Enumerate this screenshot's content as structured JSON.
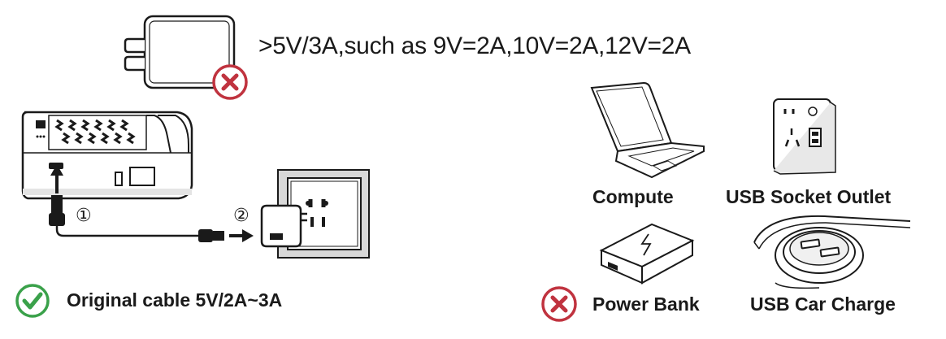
{
  "spec_text": ">5V/3A,such as 9V=2A,10V=2A,12V=2A",
  "original_cable_label": "Original cable 5V/2A~3A",
  "steps": {
    "one": "①",
    "two": "②"
  },
  "devices": {
    "compute": "Compute",
    "usb_socket_outlet": "USB Socket Outlet",
    "power_bank": "Power Bank",
    "usb_car_charge": "USB Car Charge"
  },
  "icons": {
    "adapter_not_allowed": "wall-adapter-icon",
    "cross_mark": "red-cross-icon",
    "check_mark": "green-check-icon",
    "battery": "drone-battery-icon",
    "wall_socket": "wall-socket-icon",
    "laptop": "laptop-icon",
    "usb_outlet": "usb-outlet-icon",
    "power_bank": "power-bank-icon",
    "car_charger": "car-charger-icon"
  },
  "colors": {
    "cross": "#c0333f",
    "check": "#3aa14a",
    "line": "#1a1a1a",
    "plate": "#d8d8d8"
  }
}
